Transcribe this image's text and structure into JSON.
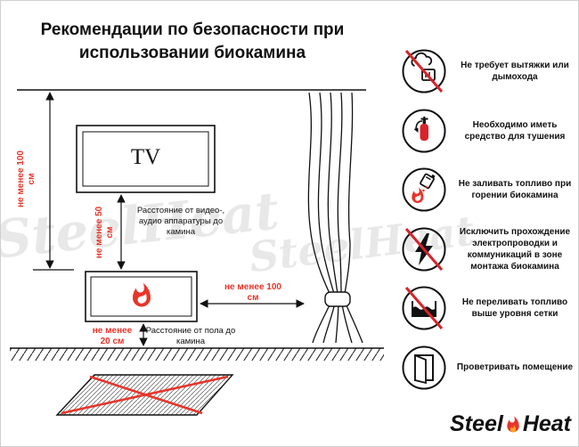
{
  "title": "Рекомендации по безопасности при использовании биокамина",
  "watermark": "SteelHeat",
  "colors": {
    "accent_red": "#e8352b",
    "ink": "#111111",
    "watermark_gray": "#e8e8e8"
  },
  "diagram": {
    "tv_label": "TV",
    "dims": {
      "wall_height": "не менее 100 см",
      "tv_to_fireplace": "не менее 50 см",
      "fireplace_to_curtain": "не менее 100 см",
      "floor_to_fireplace": "не менее 20 см"
    },
    "labels": {
      "tv_distance": "Расстояние от видео-, аудио аппаратуры до камина",
      "floor_distance": "Расстояние от пола до камина"
    }
  },
  "recommendations": [
    {
      "icon": "no-exhaust-chimney-icon",
      "text": "Не требует вытяжки или дымохода"
    },
    {
      "icon": "fire-extinguisher-icon",
      "text": "Необходимо иметь средство для тушения"
    },
    {
      "icon": "no-refuel-while-burning-icon",
      "text": "Не заливать топливо при горении биокамина"
    },
    {
      "icon": "no-electrical-wiring-icon",
      "text": "Исключить прохождение электропроводки и коммуникаций в зоне монтажа биокамина"
    },
    {
      "icon": "no-overfill-above-grid-icon",
      "text": "Не переливать топливо выше уровня сетки"
    },
    {
      "icon": "ventilate-room-icon",
      "text": "Проветривать помещение"
    }
  ],
  "logo": {
    "steel": "Steel",
    "heat": "Heat"
  }
}
